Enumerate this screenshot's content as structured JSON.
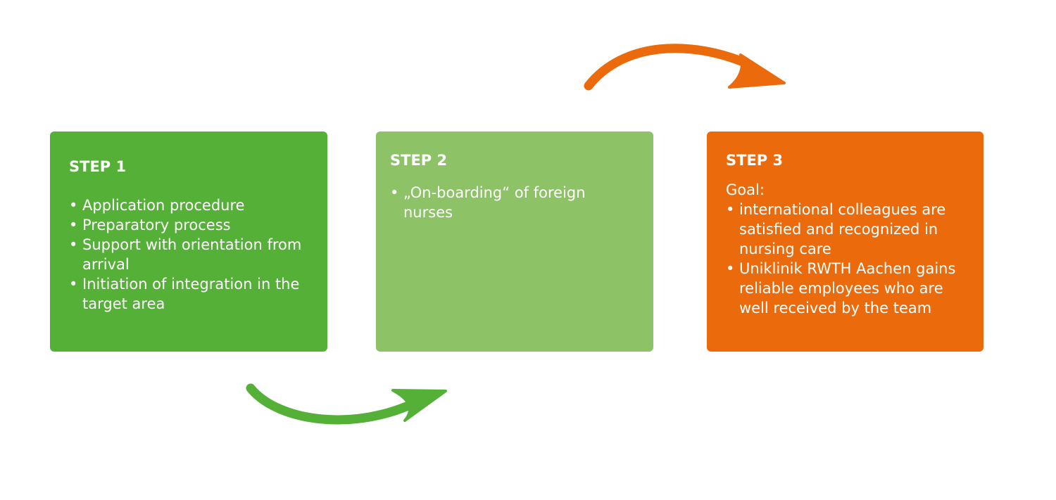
{
  "colors": {
    "step1": "#54b036",
    "step2": "#8dc266",
    "step3": "#eb6b0c",
    "background": "#ffffff",
    "text": "#ffffff"
  },
  "steps": [
    {
      "title": "STEP 1",
      "bullets": [
        "Application procedure",
        "Preparatory process",
        "Support with orientation from arrival",
        "Initiation of integration in the target area"
      ]
    },
    {
      "title": "STEP 2",
      "bullets": [
        "„On-boarding“ of foreign nurses"
      ]
    },
    {
      "title": "STEP 3",
      "goal_label": "Goal:",
      "bullets": [
        "international colleagues are satisfied and recognized in nursing care",
        "Uniklinik RWTH Aachen gains reliable employees who are well received by the team"
      ]
    }
  ],
  "arrows": [
    {
      "from": "STEP 1",
      "to": "STEP 2",
      "color": "#54b036",
      "direction": "right"
    },
    {
      "from": "STEP 2",
      "to": "STEP 3",
      "color": "#eb6b0c",
      "direction": "right"
    }
  ]
}
